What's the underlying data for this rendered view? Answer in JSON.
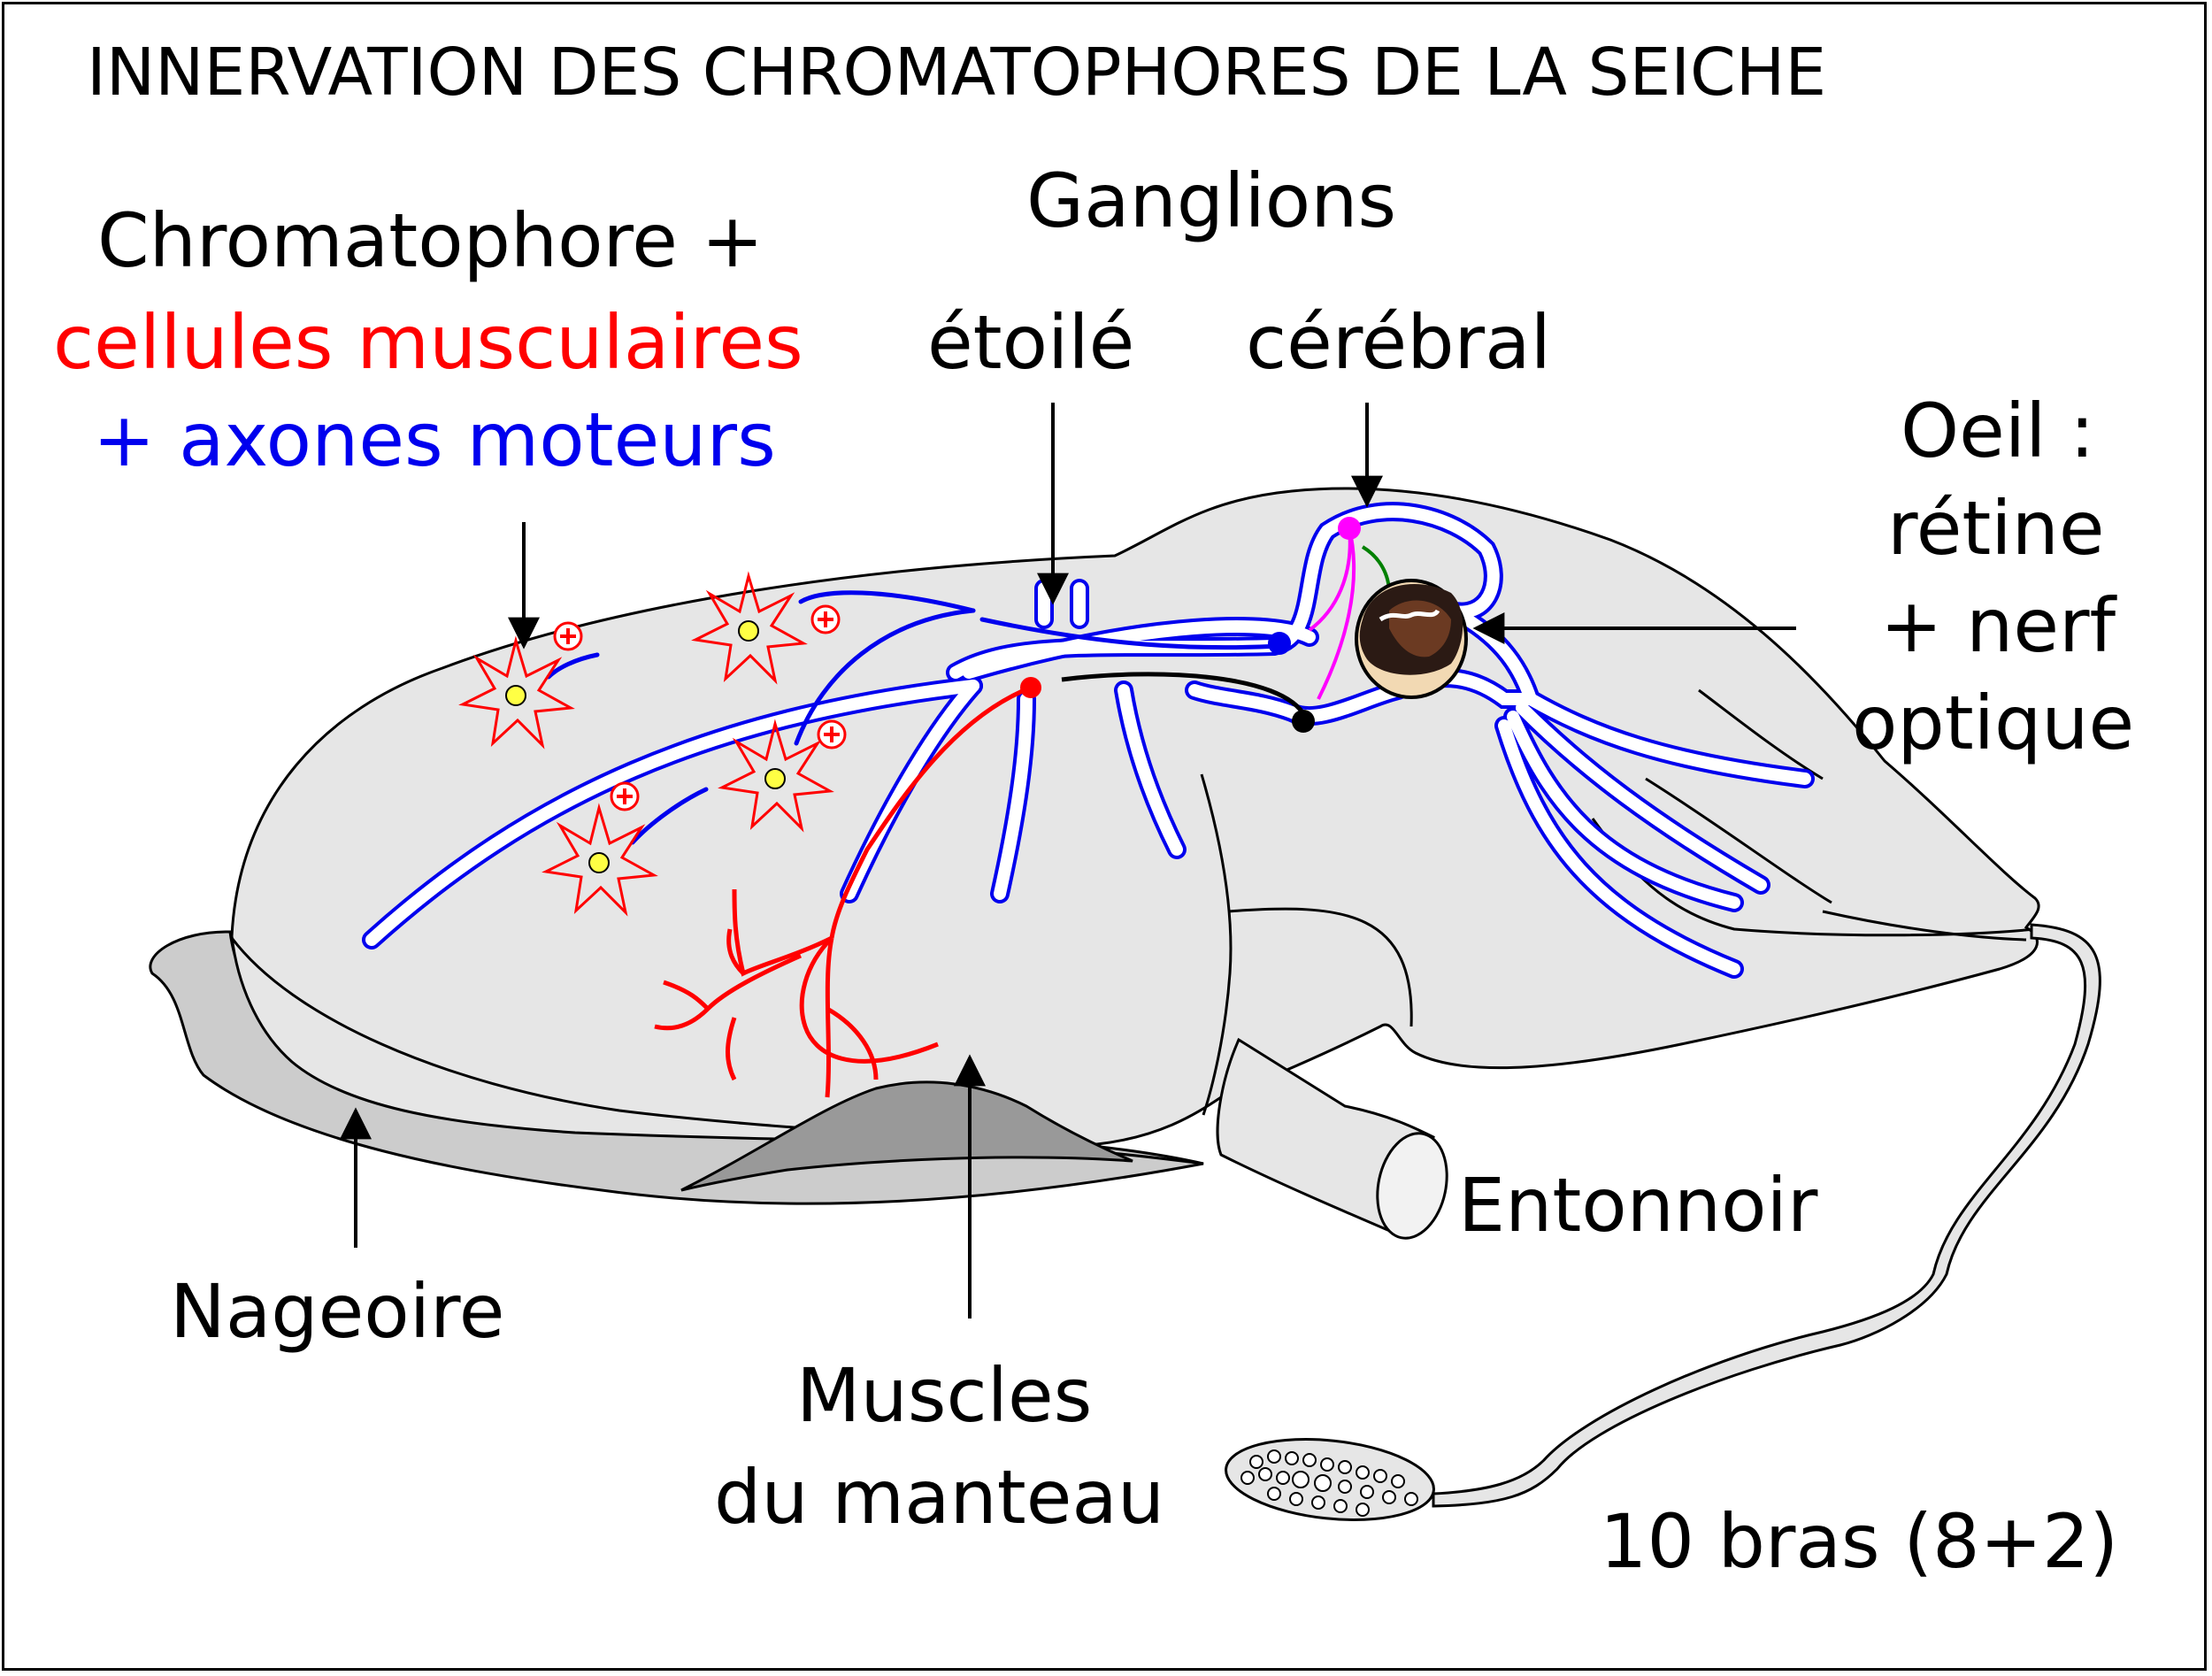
{
  "title": "INNERVATION DES CHROMATOPHORES DE LA SEICHE",
  "labels": {
    "chromatophore_line1": "Chromatophore +",
    "chromatophore_line2": "cellules musculaires",
    "chromatophore_line3": "+ axones moteurs",
    "ganglions": "Ganglions",
    "etoile": "étoilé",
    "cerebral": "cérébral",
    "oeil_line1": "Oeil :",
    "oeil_line2": "rétine",
    "oeil_line3": "+ nerf",
    "oeil_line4": "optique",
    "entonnoir": "Entonnoir",
    "nageoire": "Nageoire",
    "muscles_line1": "Muscles",
    "muscles_line2": "du manteau",
    "bras": "10 bras (8+2)"
  },
  "colors": {
    "body_fill": "#e6e6e6",
    "fin_fill": "#cccccc",
    "muscle_fill": "#999999",
    "nerve": "#0000ee",
    "muscle_cells": "#ff0000",
    "chromatophore_center": "#ffff44",
    "cerebral_neuron": "#ff00ff",
    "optic_link": "#008000",
    "eye_dark": "#2b1a14",
    "eye_brown": "#6b3a22"
  },
  "icons": {
    "chromatophore": "red-star-cell-icon",
    "plus_marker": "plus-circle-icon",
    "eye": "eye-icon"
  }
}
